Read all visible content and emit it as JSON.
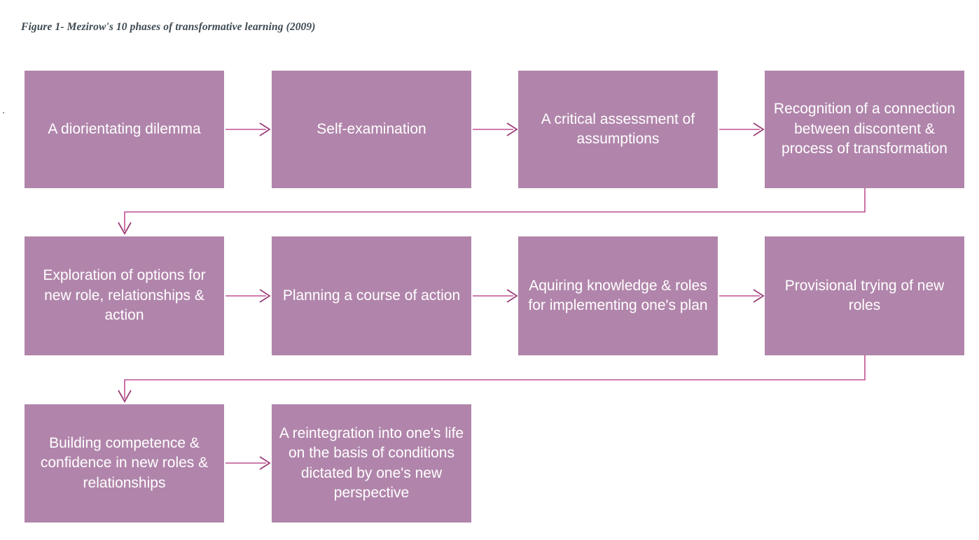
{
  "figure": {
    "caption": "Figure 1- Mezirow's 10 phases of transformative learning (2009)",
    "stray_mark": "."
  },
  "theme": {
    "box_fill": "#b185ab",
    "box_text": "#ffffff",
    "arrow_line": "#bf5090",
    "arrow_head": "#9c3f78",
    "caption_text": "#3d4a52",
    "background": "#ffffff"
  },
  "chart_data": {
    "type": "flowchart",
    "title": "Figure 1- Mezirow's 10 phases of transformative learning (2009)",
    "layout": "3 rows, left-to-right serpentine (row 1 and row 2 wrap right-to-left)",
    "nodes": [
      {
        "id": 1,
        "label": "A diorientating dilemma",
        "row": 1,
        "col": 1
      },
      {
        "id": 2,
        "label": "Self-examination",
        "row": 1,
        "col": 2
      },
      {
        "id": 3,
        "label": "A critical assessment of assumptions",
        "row": 1,
        "col": 3
      },
      {
        "id": 4,
        "label": "Recognition of a connection between discontent & process of transformation",
        "row": 1,
        "col": 4
      },
      {
        "id": 5,
        "label": "Exploration of options for new role, relationships & action",
        "row": 2,
        "col": 1
      },
      {
        "id": 6,
        "label": "Planning a course of action",
        "row": 2,
        "col": 2
      },
      {
        "id": 7,
        "label": "Aquiring knowledge & roles for implementing one's plan",
        "row": 2,
        "col": 3
      },
      {
        "id": 8,
        "label": "Provisional trying of new roles",
        "row": 2,
        "col": 4
      },
      {
        "id": 9,
        "label": "Building competence & confidence in new roles & relationships",
        "row": 3,
        "col": 1
      },
      {
        "id": 10,
        "label": "A reintegration into one's life on the basis of conditions dictated by one's new perspective",
        "row": 3,
        "col": 2
      }
    ],
    "edges": [
      {
        "from": 1,
        "to": 2,
        "kind": "straight"
      },
      {
        "from": 2,
        "to": 3,
        "kind": "straight"
      },
      {
        "from": 3,
        "to": 4,
        "kind": "straight"
      },
      {
        "from": 4,
        "to": 5,
        "kind": "wrap"
      },
      {
        "from": 5,
        "to": 6,
        "kind": "straight"
      },
      {
        "from": 6,
        "to": 7,
        "kind": "straight"
      },
      {
        "from": 7,
        "to": 8,
        "kind": "straight"
      },
      {
        "from": 8,
        "to": 9,
        "kind": "wrap"
      },
      {
        "from": 9,
        "to": 10,
        "kind": "straight"
      }
    ]
  }
}
